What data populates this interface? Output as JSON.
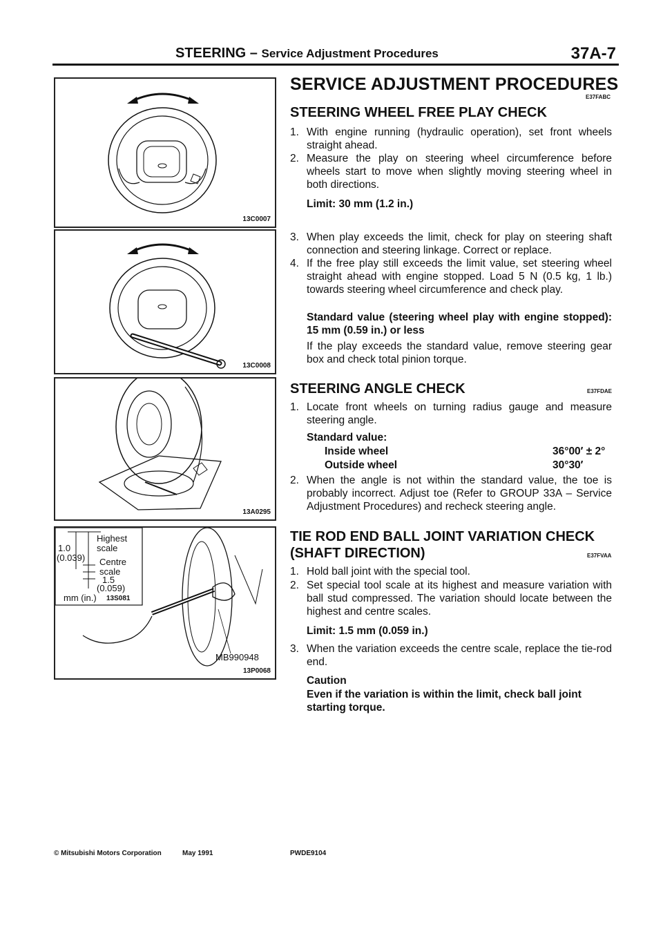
{
  "header": {
    "title": "STEERING",
    "dash": " – ",
    "subtitle": "Service Adjustment Procedures",
    "page": "37A-7"
  },
  "figures": [
    {
      "code": "13C0007"
    },
    {
      "code": "13C0008"
    },
    {
      "code": "13A0295"
    },
    {
      "code": "13P0068",
      "inset_code": "13S081",
      "labels": {
        "highest": "Highest",
        "scale1": "scale",
        "centre": "Centre",
        "scale2": "scale",
        "v1": "1.0",
        "v1b": "(0.039)",
        "v2": "1.5",
        "v2b": "(0.059)",
        "unit": "mm (in.)",
        "tool": "MB990948"
      }
    }
  ],
  "main_title": "SERVICE ADJUSTMENT PROCEDURES",
  "main_code": "E37FABC",
  "sec1": {
    "title": "STEERING WHEEL FREE PLAY CHECK",
    "i1n": "1.",
    "i1": "With engine running (hydraulic operation), set front wheels straight ahead.",
    "i2n": "2.",
    "i2": "Measure the play on steering wheel circumference before wheels start to move when slightly moving steering wheel in both directions.",
    "limit": "Limit: 30 mm (1.2 in.)",
    "i3n": "3.",
    "i3": "When play exceeds the limit, check for play on steering shaft connection and steering linkage. Correct or replace.",
    "i4n": "4.",
    "i4": "If the free play still exceeds the limit value, set steering wheel straight ahead with engine stopped. Load 5 N (0.5 kg, 1 lb.) towards steering wheel circumference and check play.",
    "std": "Standard value (steering wheel play with engine stopped): 15 mm (0.59 in.) or less",
    "note": "If the play exceeds the standard value, remove steering gear box and check total pinion torque."
  },
  "sec2": {
    "title": "STEERING ANGLE CHECK",
    "code": "E37FDAE",
    "i1n": "1.",
    "i1": "Locate front wheels on turning radius gauge and measure steering angle.",
    "std": "Standard value:",
    "inside_label": "Inside wheel",
    "inside_value": "36°00′ ± 2°",
    "outside_label": "Outside wheel",
    "outside_value": "30°30′",
    "i2n": "2.",
    "i2": "When the angle is not within the standard value, the toe is probably incorrect. Adjust toe (Refer to GROUP 33A – Service Adjustment Procedures) and recheck steering angle."
  },
  "sec3": {
    "title1": "TIE ROD END BALL JOINT VARIATION CHECK",
    "title2": "(SHAFT DIRECTION)",
    "code": "E37FVAA",
    "i1n": "1.",
    "i1": "Hold ball joint with the special tool.",
    "i2n": "2.",
    "i2": "Set special tool scale at its highest and measure variation with ball stud compressed. The variation should locate between the highest and centre scales.",
    "limit": "Limit: 1.5 mm (0.059 in.)",
    "i3n": "3.",
    "i3": "When the variation exceeds the centre scale, replace the tie-rod end.",
    "caution": "Caution",
    "caution_text": "Even if the variation is within the limit, check ball joint starting torque."
  },
  "footer": {
    "copyright": "© Mitsubishi Motors Corporation",
    "date": "May 1991",
    "doc": "PWDE9104"
  }
}
